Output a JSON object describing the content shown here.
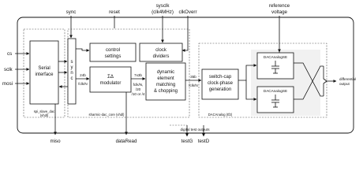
{
  "top_signals": {
    "sync": "sync",
    "reset": "reset",
    "sysclk": "sysclk",
    "sysclk_freq": "(clk4MHz)",
    "clk_overr": "clkOverr",
    "reference": "reference",
    "voltage": "voltage"
  },
  "left_signals": {
    "cs": "cs",
    "sclk": "sclk",
    "mosi": "mosi"
  },
  "bottom_signals": {
    "miso": "miso",
    "data_read": "dataRead",
    "digital_test_outputs": "digital test outputs",
    "test_g": "testG",
    "test_d": "testD"
  },
  "blocks": {
    "serial_interface": [
      "Serial",
      "interface"
    ],
    "sync": [
      "s",
      "y",
      "n",
      "c"
    ],
    "control_settings": [
      "control",
      "settings"
    ],
    "clock_dividers": [
      "clock",
      "dividers"
    ],
    "modulator": [
      "ΣΔ",
      "modulator"
    ],
    "dem": [
      "dynamic",
      "element",
      "matching",
      "& chopping"
    ],
    "switch_cap": [
      "switch-cap",
      "clock-phase",
      "generation"
    ],
    "dac_top": "DACAnalogSE",
    "dac_bottom": "DACAnalogSE"
  },
  "bus_labels": {
    "b24": "24b",
    "fclk_n": "fclk/N",
    "b7x3": "7x3b",
    "fclk_div": "fclk/N,",
    "div_opts": "/20",
    "div_opts2": "/10 or /4",
    "b35": "35b",
    "fclk_n2": "fclk/N"
  },
  "region_labels": {
    "spi": "spi_slave_dac",
    "spi_sub": "(vhdl)",
    "core": "sharmic-dac_core (vhdl)",
    "dac": "DACAnalog (tf2)"
  },
  "output_label": [
    "differential",
    "output"
  ]
}
